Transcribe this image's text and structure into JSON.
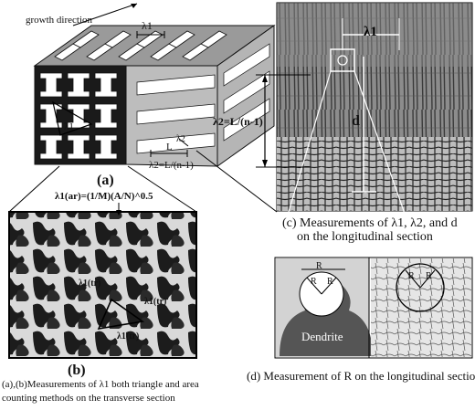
{
  "figure": {
    "growth_direction": "growth direction",
    "lambda1": "λ1",
    "lambda2": "λ2",
    "L": "L",
    "lambda2_formula": "λ2=L/(n-1)",
    "panel_a_label": "(a)",
    "area_formula": "λ1(ar)=(1/M)(A/N)^0.5",
    "lambda1_tr": "λ1(tr)",
    "panel_b_label": "(b)",
    "caption_ab_line1": "(a),(b)Measurements of λ1 both triangle and area",
    "caption_ab_line2": "counting methods on the transverse section",
    "lambda2_big": "λ2=L/(n-1)",
    "d_label": "d",
    "caption_c_line1": "(c) Measurements of λ1, λ2, and d",
    "caption_c_line2": "on the longitudinal section",
    "R_label": "R",
    "dendrite_label": "Dendrite",
    "caption_d": "(d) Measurement of R on the longitudinal section"
  }
}
